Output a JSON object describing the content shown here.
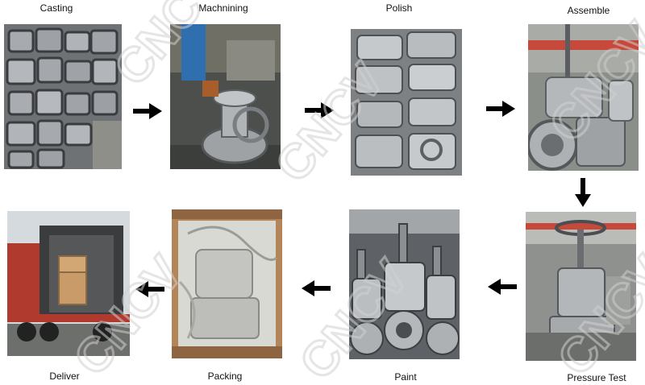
{
  "steps": [
    {
      "id": "casting",
      "label": "Casting"
    },
    {
      "id": "machining",
      "label": "Machnining"
    },
    {
      "id": "polish",
      "label": "Polish"
    },
    {
      "id": "assemble",
      "label": "Assemble"
    },
    {
      "id": "pressure-test",
      "label": "Pressure Test"
    },
    {
      "id": "paint",
      "label": "Paint"
    },
    {
      "id": "packing",
      "label": "Packing"
    },
    {
      "id": "deliver",
      "label": "Deliver"
    }
  ],
  "watermark": {
    "text": "CNCV"
  },
  "colors": {
    "arrow": "#000000",
    "watermark": "#d0d0d0",
    "steel": "#9a9ea3",
    "container": "#b03a2e"
  }
}
